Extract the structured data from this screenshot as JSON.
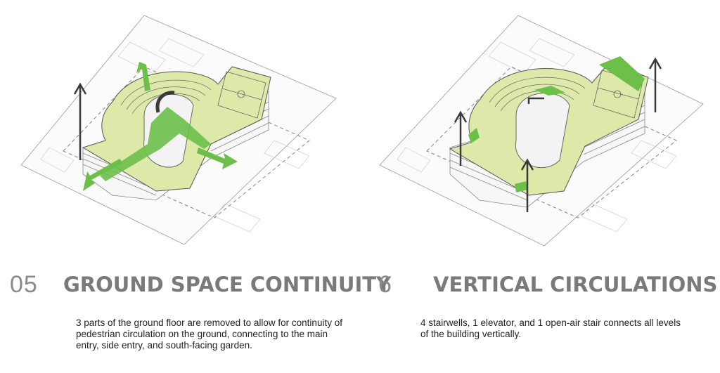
{
  "panels": [
    {
      "number": "05",
      "title": "GROUND SPACE CONTINUITY",
      "caption": "3 parts of the ground floor are removed to allow for continuity of pedestrian circulation on the ground, connecting to the main entry, side entry, and south-facing garden."
    },
    {
      "number": "6",
      "title": "VERTICAL CIRCULATIONS",
      "caption": "4 stairwells, 1 elevator, and 1 open-air stair connects all levels of the building vertically."
    }
  ],
  "colors": {
    "roof_green": "#dde9a8",
    "accent_green": "#6cc04a",
    "arrow_dark": "#3a3a3a",
    "title_gray": "#7a7a7a"
  }
}
